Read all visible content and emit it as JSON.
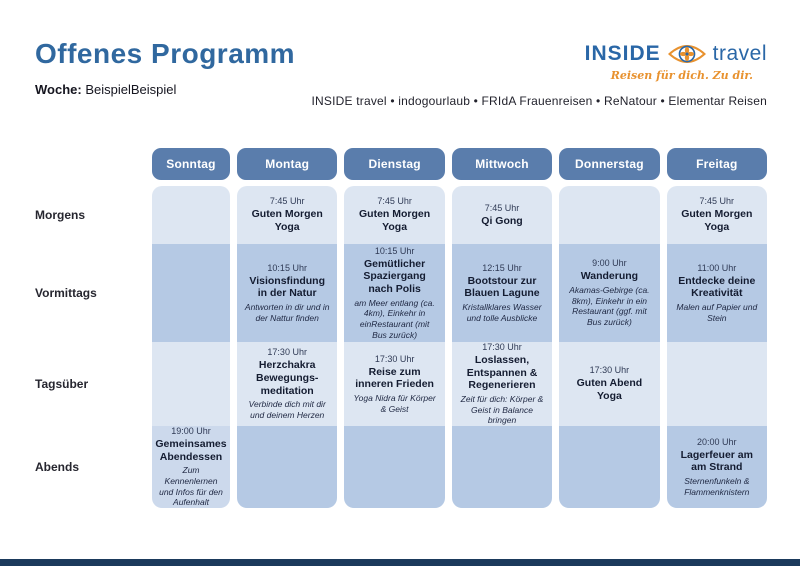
{
  "colors": {
    "title_blue": "#30689f",
    "pill_blue": "#5a7dac",
    "cell_light": "#dde6f2",
    "cell_medium": "#b5c9e4",
    "cell_highlight": "#ccd9ec",
    "logo_blue": "#2a67a7",
    "logo_orange": "#e8922f",
    "text_dark": "#1d2235",
    "footer_bar": "#1b3a5c"
  },
  "header": {
    "title": "Offenes Programm",
    "week_label": "Woche:",
    "week_value": "Beispiel",
    "partners": "INSIDE travel • indogourlaub • FRIdA Frauenreisen • ReNatour • Elementar Reisen",
    "logo": {
      "word1": "INSIDE",
      "word2": "travel",
      "tagline": "Reisen für dich. Zu dir.",
      "icon": "eye-mandala-icon"
    }
  },
  "table": {
    "days": [
      "Sonntag",
      "Montag",
      "Dienstag",
      "Mittwoch",
      "Donnerstag",
      "Freitag"
    ],
    "rows": [
      {
        "label": "Morgens",
        "cells": [
          {},
          {
            "time": "7:45 Uhr",
            "title": "Guten Morgen Yoga"
          },
          {
            "time": "7:45 Uhr",
            "title": "Guten Morgen Yoga"
          },
          {
            "time": "7:45 Uhr",
            "title": "Qi Gong"
          },
          {},
          {
            "time": "7:45 Uhr",
            "title": "Guten Morgen Yoga"
          }
        ]
      },
      {
        "label": "Vormittags",
        "cells": [
          {},
          {
            "time": "10:15 Uhr",
            "title": "Visionsfindung in der Natur",
            "subtitle": "Antworten in dir und in der Nattur finden"
          },
          {
            "time": "10:15 Uhr",
            "title": "Gemütlicher Spaziergang nach Polis",
            "subtitle": "am Meer entlang (ca. 4km), Einkehr in einRestaurant (mit Bus zurück)"
          },
          {
            "time": "12:15 Uhr",
            "title": "Bootstour zur Blauen Lagune",
            "subtitle": "Kristallklares Wasser und tolle Ausblicke"
          },
          {
            "time": "9:00 Uhr",
            "title": "Wanderung",
            "subtitle": "Akamas-Gebirge (ca. 8km), Einkehr in ein Restaurant (ggf. mit Bus zurück)"
          },
          {
            "time": "11:00 Uhr",
            "title": "Entdecke deine Kreativität",
            "subtitle": "Malen auf Papier und Stein"
          }
        ]
      },
      {
        "label": "Tagsüber",
        "cells": [
          {},
          {
            "time": "17:30 Uhr",
            "title": "Herzchakra Bewegungs- meditation",
            "subtitle": "Verbinde dich mit dir und deinem Herzen"
          },
          {
            "time": "17:30 Uhr",
            "title": "Reise zum inneren Frieden",
            "subtitle": "Yoga Nidra für Körper & Geist"
          },
          {
            "time": "17:30 Uhr",
            "title": "Loslassen, Entspannen & Regenerieren",
            "subtitle": "Zeit für dich: Körper & Geist in Balance bringen"
          },
          {
            "time": "17:30 Uhr",
            "title": "Guten Abend Yoga"
          },
          {}
        ]
      },
      {
        "label": "Abends",
        "cells": [
          {
            "time": "19:00 Uhr",
            "title": "Gemeinsames Abendessen",
            "subtitle": "Zum Kennenlernen und Infos für den Aufenhalt"
          },
          {},
          {},
          {},
          {},
          {
            "time": "20:00 Uhr",
            "title": "Lagerfeuer am am Strand",
            "subtitle": "Sternenfunkeln & Flammenknistern"
          }
        ]
      }
    ]
  }
}
